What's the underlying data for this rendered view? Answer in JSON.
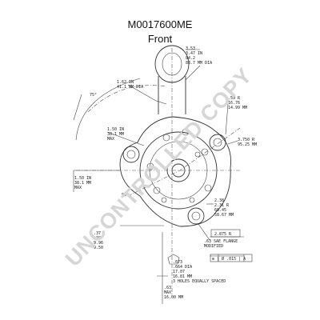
{
  "title": "M0017600ME",
  "subtitle": "Front",
  "watermark": "UNCONTROLLED COPY",
  "dimensions": {
    "top_dia": [
      "3.53",
      "3.47 IN",
      "84.2",
      "88.7 MM DIA"
    ],
    "upper_dia": [
      "1.62 IN",
      "41.1 MM DIA"
    ],
    "angle_75": "75°",
    "r_mid": [
      "1.50 IN",
      "38.1 MM",
      "MAX"
    ],
    "right_r": [
      ".59 R",
      "16.76",
      "14.99 MM"
    ],
    "right_3750": [
      "3.750 R",
      "95.25 MM"
    ],
    "left_r": [
      "1.50 IN",
      "38.1 MM",
      "MAX"
    ],
    "angle_90": "90°",
    "lower_right": [
      "2.38",
      "2.31 R",
      "60.45",
      "58.67 MM"
    ],
    "box_2875": "2.875 R",
    "sae": [
      ".63 SAE FLANGE",
      "MODIFIED"
    ],
    "tolerance_box": "⊕ | Ø .015 | A",
    "bottom_left": [
      ".37",
      ".38",
      "9.96",
      "9.50"
    ],
    "holes": [
      ".673",
      ".664 DIA",
      "17.07",
      "16.81 MM",
      "3 HOLES EQUALLY SPACED"
    ],
    "max_bottom": [
      ".63",
      "MAX",
      "16.00 MM"
    ]
  }
}
